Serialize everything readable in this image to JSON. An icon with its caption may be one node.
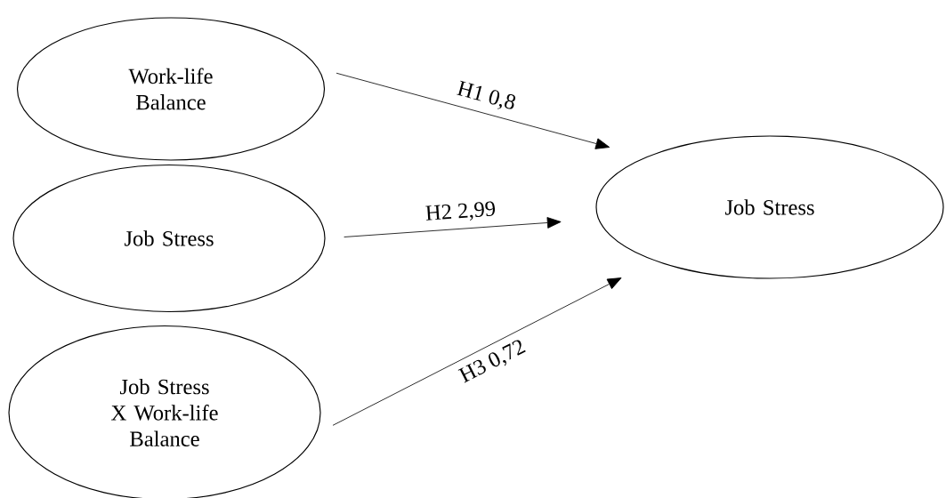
{
  "diagram": {
    "nodes": [
      {
        "text": [
          "Work-life Balance"
        ]
      },
      {
        "text": [
          "Job Stress"
        ]
      },
      {
        "text": [
          "Job Stress X Work-life Balance"
        ]
      },
      {
        "text": [
          "Job Stress"
        ]
      }
    ],
    "edges": [
      {
        "from": 0,
        "to": 3,
        "arrow": "to",
        "label": "H1 0,8"
      },
      {
        "from": 1,
        "to": 3,
        "arrow": "to",
        "label": "H2 2,99"
      },
      {
        "from": 2,
        "to": 3,
        "arrow": "to",
        "label": "H3 0,72"
      }
    ]
  }
}
